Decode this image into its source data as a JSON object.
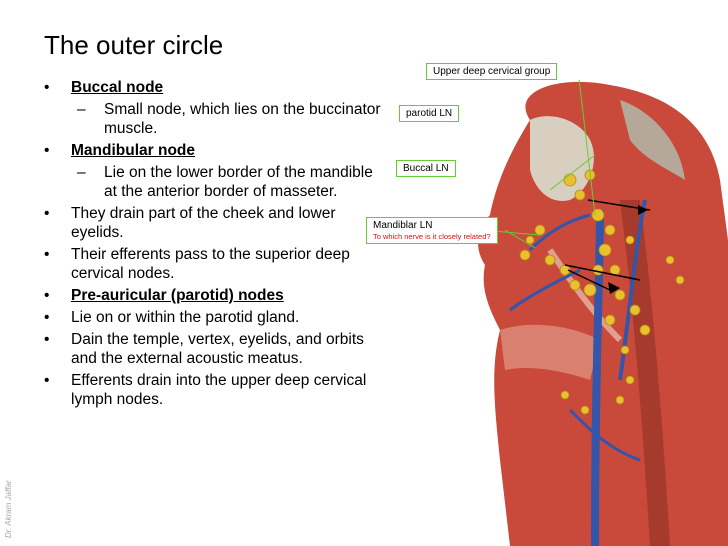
{
  "slide": {
    "title": "The outer circle",
    "bullets": [
      {
        "text": "Buccal node",
        "style": "bold-underline",
        "level": 1
      },
      {
        "text": "Small node, which  lies on the buccinator muscle.",
        "level": 2
      },
      {
        "text": "Mandibular node",
        "style": "bold-underline",
        "level": 1
      },
      {
        "text": "Lie on the lower border of the mandible at the anterior border of masseter.",
        "level": 2
      },
      {
        "text": "They drain part of the cheek and lower eyelids.",
        "level": 1
      },
      {
        "text": "Their efferents pass to the superior deep cervical nodes.",
        "level": 1
      },
      {
        "text": "Pre-auricular (parotid) nodes",
        "style": "bold-underline",
        "level": 1
      },
      {
        "text": "Lie on or within the parotid gland.",
        "level": 1
      },
      {
        "text": "Dain the temple, vertex, eyelids, and orbits and the external acoustic meatus.",
        "level": 1
      },
      {
        "text": "Efferents drain into the upper deep cervical lymph nodes.",
        "level": 1
      }
    ],
    "watermark": "Dr. Akram Jaffar"
  },
  "figure": {
    "labels": {
      "upper_deep_cervical": "Upper deep cervical group",
      "parotid": "parotid LN",
      "buccal": "Buccal LN",
      "mandibular": "Mandiblar LN",
      "mandibular_question": "To which nerve is it closely related?"
    },
    "colors": {
      "callout_border": "#66cc33",
      "muscle": "#c94a3a",
      "vein": "#3355aa",
      "node": "#e8c030",
      "question_text": "#d11111"
    }
  }
}
